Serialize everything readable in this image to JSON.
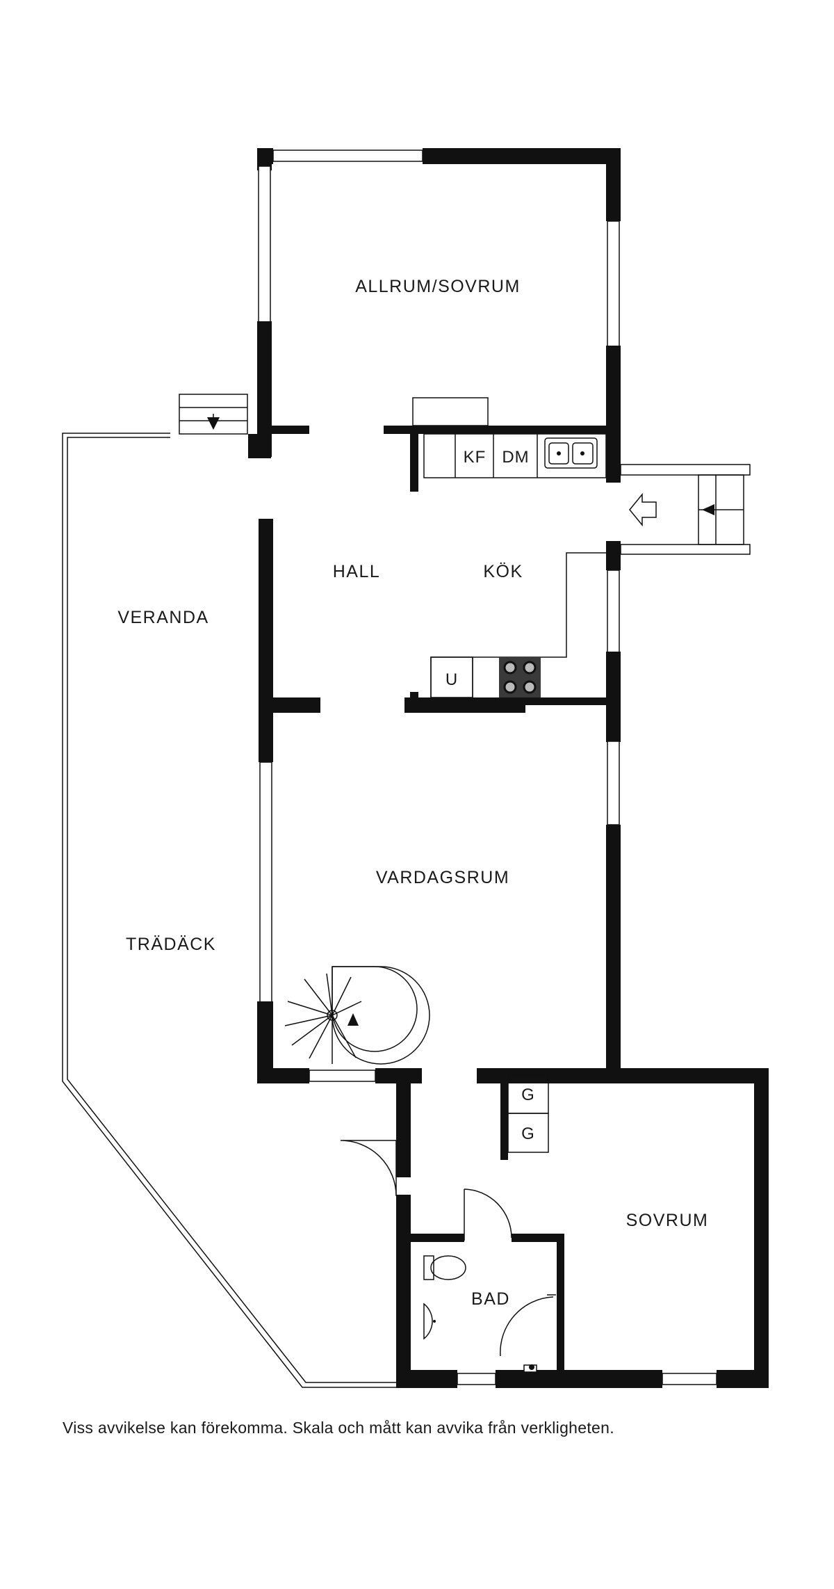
{
  "rooms": {
    "allrum": "ALLRUM/SOVRUM",
    "hall": "HALL",
    "kok": "KÖK",
    "veranda": "VERANDA",
    "vardagsrum": "VARDAGSRUM",
    "tradack": "TRÄDÄCK",
    "sovrum": "SOVRUM",
    "bad": "BAD"
  },
  "fixtures": {
    "kf": "KF",
    "dm": "DM",
    "u": "U",
    "g1": "G",
    "g2": "G"
  },
  "disclaimer": "Viss avvikelse kan förekomma. Skala och mått kan avvika från verkligheten."
}
